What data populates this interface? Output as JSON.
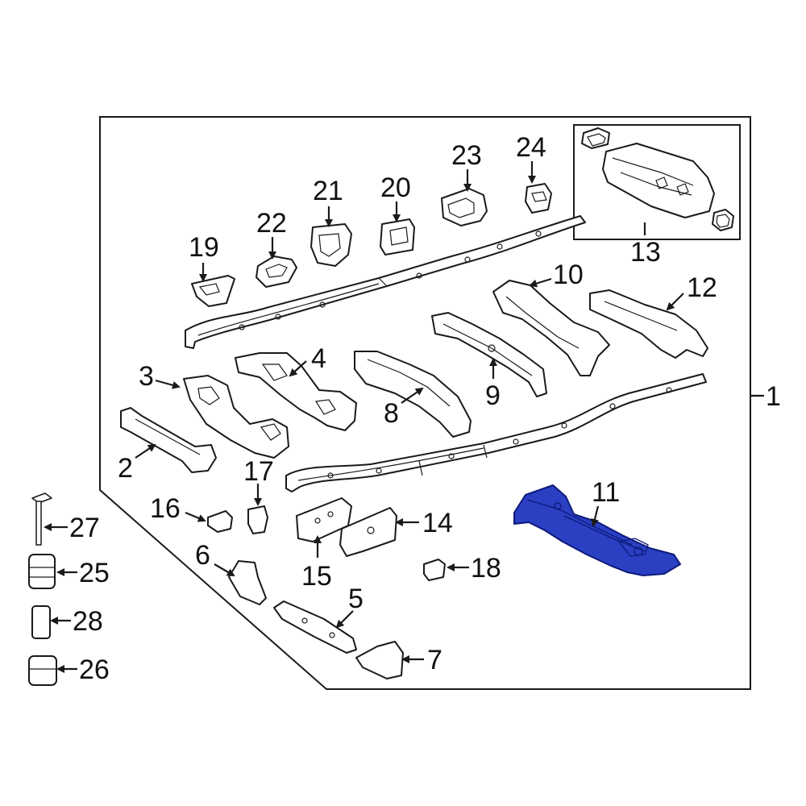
{
  "diagram": {
    "highlight_color": "#2a3fc2",
    "callouts": [
      {
        "id": "1",
        "label": "1"
      },
      {
        "id": "2",
        "label": "2"
      },
      {
        "id": "3",
        "label": "3"
      },
      {
        "id": "4",
        "label": "4"
      },
      {
        "id": "5",
        "label": "5"
      },
      {
        "id": "6",
        "label": "6"
      },
      {
        "id": "7",
        "label": "7"
      },
      {
        "id": "8",
        "label": "8"
      },
      {
        "id": "9",
        "label": "9"
      },
      {
        "id": "10",
        "label": "10"
      },
      {
        "id": "11",
        "label": "11"
      },
      {
        "id": "12",
        "label": "12"
      },
      {
        "id": "13",
        "label": "13"
      },
      {
        "id": "14",
        "label": "14"
      },
      {
        "id": "15",
        "label": "15"
      },
      {
        "id": "16",
        "label": "16"
      },
      {
        "id": "17",
        "label": "17"
      },
      {
        "id": "18",
        "label": "18"
      },
      {
        "id": "19",
        "label": "19"
      },
      {
        "id": "20",
        "label": "20"
      },
      {
        "id": "21",
        "label": "21"
      },
      {
        "id": "22",
        "label": "22"
      },
      {
        "id": "23",
        "label": "23"
      },
      {
        "id": "24",
        "label": "24"
      },
      {
        "id": "25",
        "label": "25"
      },
      {
        "id": "26",
        "label": "26"
      },
      {
        "id": "27",
        "label": "27"
      },
      {
        "id": "28",
        "label": "28"
      }
    ]
  }
}
